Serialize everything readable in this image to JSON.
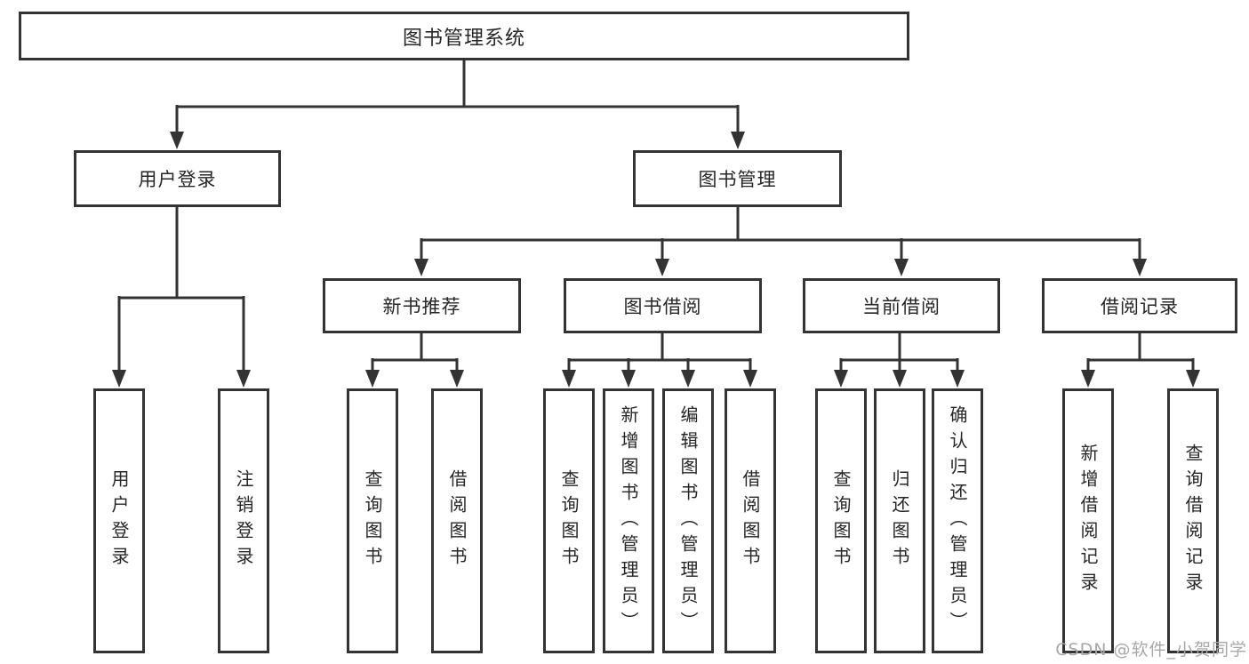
{
  "diagram": {
    "root_label": "图书管理系统",
    "level2": [
      {
        "label": "用户登录"
      },
      {
        "label": "图书管理"
      }
    ],
    "level3": [
      {
        "label": "新书推荐"
      },
      {
        "label": "图书借阅"
      },
      {
        "label": "当前借阅"
      },
      {
        "label": "借阅记录"
      }
    ],
    "leaves": [
      {
        "label": "用户登录"
      },
      {
        "label": "注销登录"
      },
      {
        "label": "查询图书"
      },
      {
        "label": "借阅图书"
      },
      {
        "label": "查询图书"
      },
      {
        "label": "新增图书（管理员）"
      },
      {
        "label": "编辑图书（管理员）"
      },
      {
        "label": "借阅图书"
      },
      {
        "label": "查询图书"
      },
      {
        "label": "归还图书"
      },
      {
        "label": "确认归还（管理员）"
      },
      {
        "label": "新增借阅记录"
      },
      {
        "label": "查询借阅记录"
      }
    ],
    "watermark": "CSDN @软件_小贺同学"
  },
  "colors": {
    "line": "#333333",
    "box-border": "#333333",
    "text": "#262626",
    "watermark": "#a8a8a8",
    "bg": "#ffffff"
  }
}
